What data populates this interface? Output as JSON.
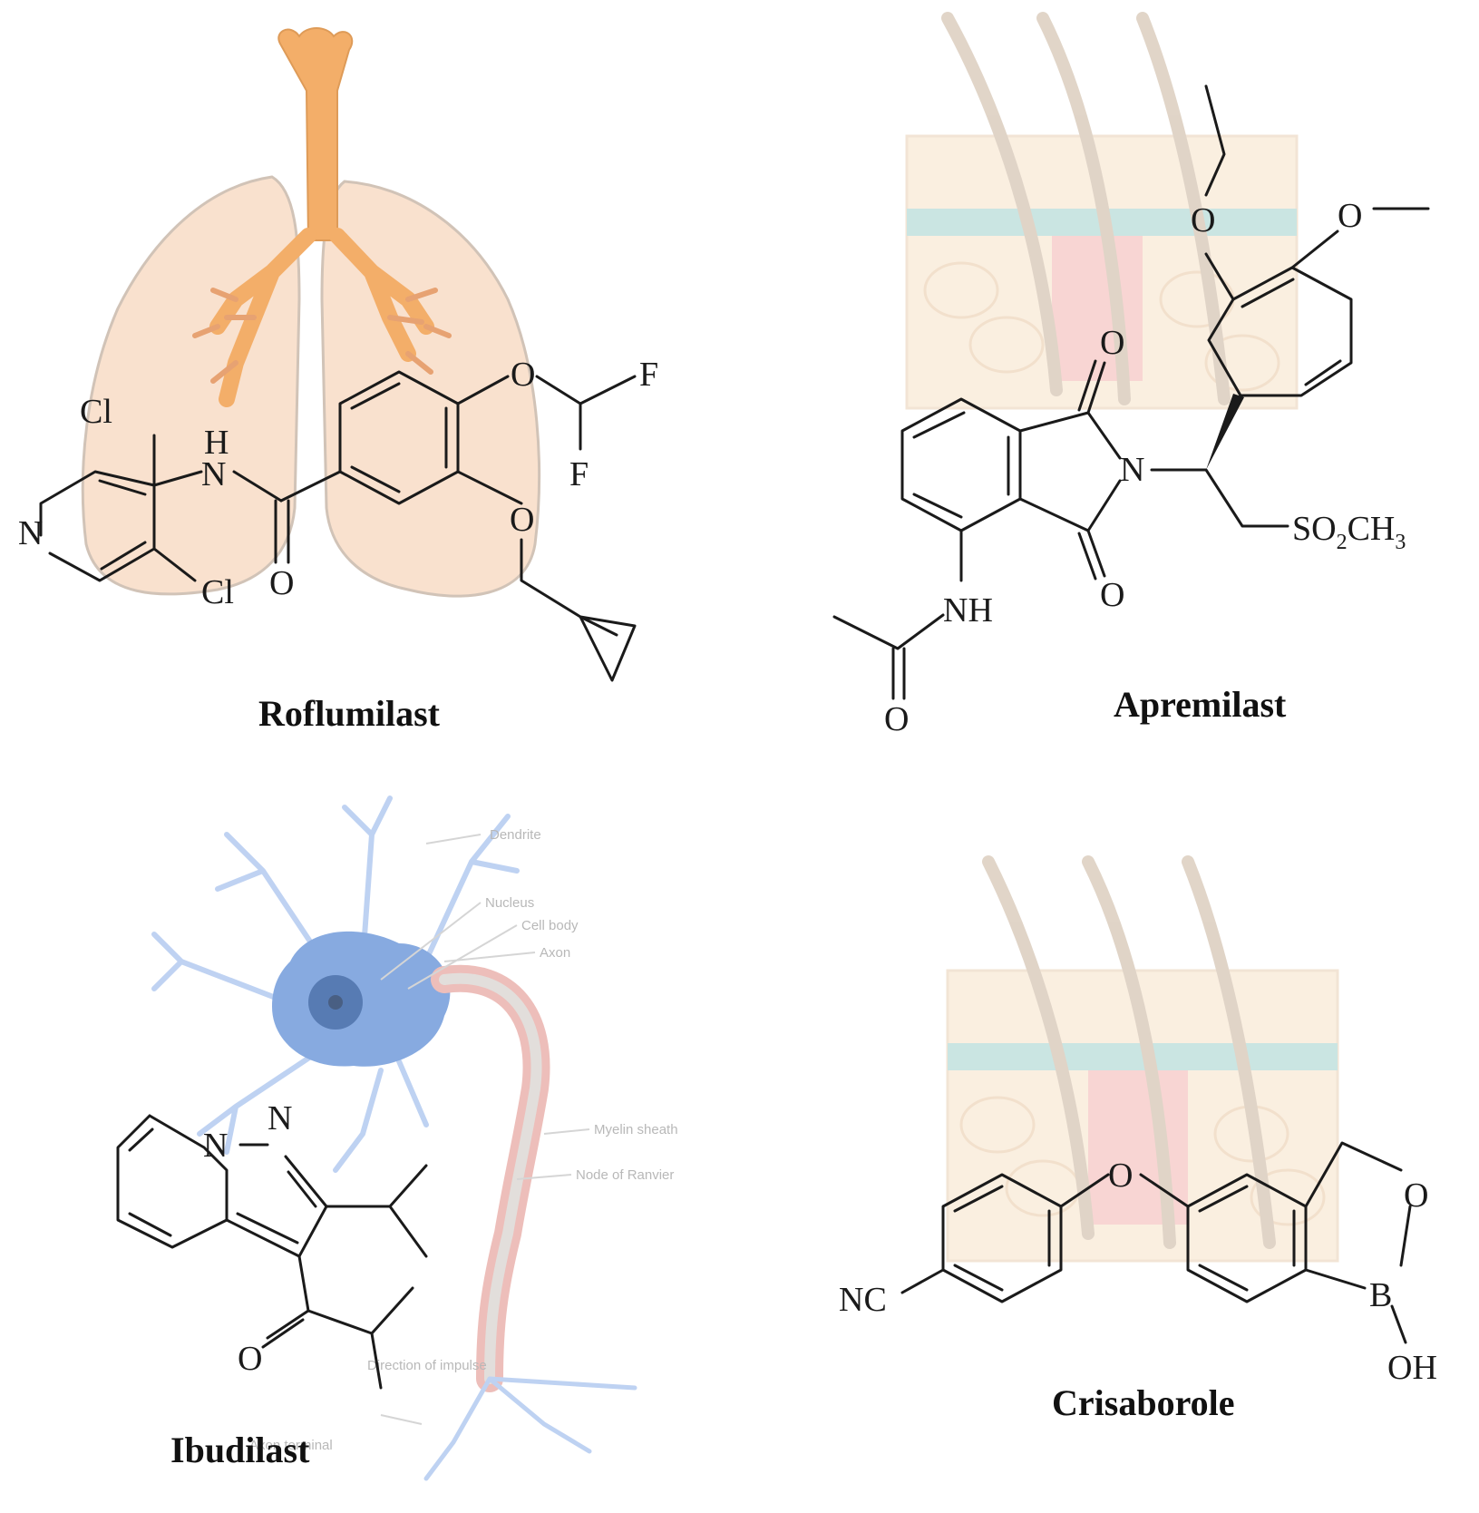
{
  "panels": {
    "roflumilast": {
      "name": "Roflumilast",
      "atoms": {
        "cl_top": "Cl",
        "h": "H",
        "nh_n": "N",
        "n_ring": "N",
        "cl_bottom": "Cl",
        "o_carbonyl": "O",
        "o_ether_top": "O",
        "f_right": "F",
        "f_bottom": "F",
        "o_ether_bottom": "O"
      }
    },
    "apremilast": {
      "name": "Apremilast",
      "atoms": {
        "o_ethoxy": "O",
        "o_methoxy": "O",
        "o_top": "O",
        "n_imide": "N",
        "o_bottom": "O",
        "nh": "NH",
        "o_acetyl": "O",
        "so2": "SO",
        "so2_sub": "2",
        "ch3": "CH",
        "ch3_sub": "3"
      }
    },
    "ibudilast": {
      "name": "Ibudilast",
      "atoms": {
        "n1": "N",
        "n2": "N",
        "o_ketone": "O"
      },
      "neuron_labels": [
        "Dendrite",
        "Nucleus",
        "Cell body",
        "Axon",
        "Myelin sheath",
        "Node of Ranvier",
        "Direction of impulse",
        "Axon terminal"
      ]
    },
    "crisaborole": {
      "name": "Crisaborole",
      "atoms": {
        "o_ether": "O",
        "o_ring": "O",
        "b": "B",
        "oh": "OH",
        "nc": "NC"
      }
    }
  },
  "colors": {
    "lung": "#f9dcc6",
    "lung_outline": "#c9b9ab",
    "trachea": "#f2a04f",
    "skin": "#f6e2c8",
    "skin_band": "#9fd0cc",
    "skin_pink": "#f4b4b0",
    "hair": "#c8b29b",
    "neuron_body": "#5f8ed6",
    "neuron_light": "#a9c3ee",
    "nucleus": "#1f4f9a",
    "myelin": "#e8a9a3"
  }
}
